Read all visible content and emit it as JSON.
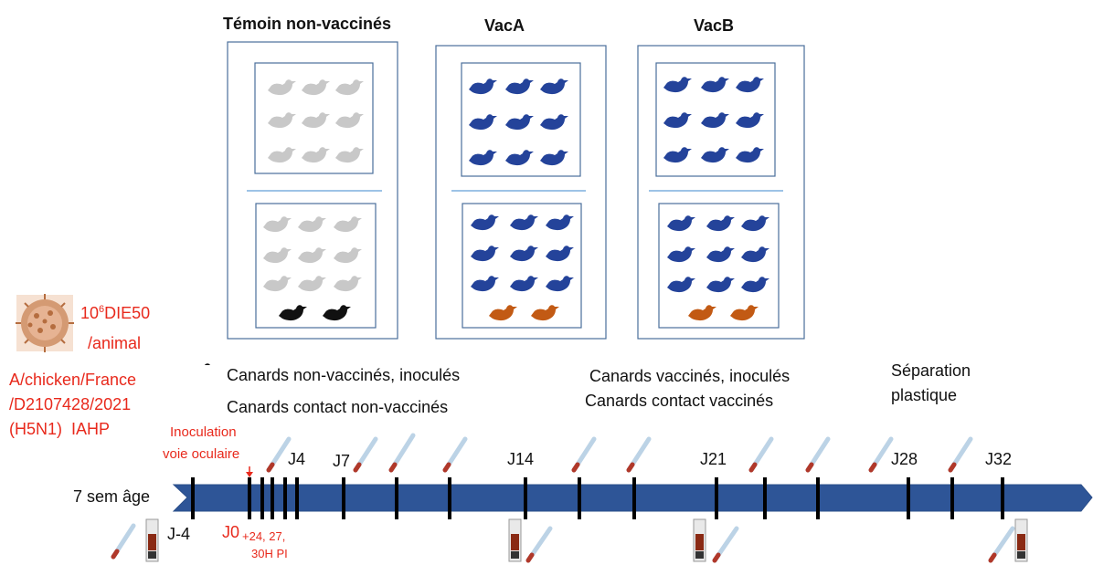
{
  "groups": [
    {
      "title": "Témoin non-vaccinés",
      "top_color": "gray",
      "bottom": "gray_with_black"
    },
    {
      "title": "VacA",
      "top_color": "blue",
      "bottom": "blue_with_orange"
    },
    {
      "title": "VacB",
      "top_color": "blue",
      "bottom": "blue_with_orange"
    }
  ],
  "colors": {
    "gray_duck": "#c8c8c8",
    "black_duck": "#111111",
    "blue_duck": "#24439a",
    "orange_duck": "#c25a14",
    "timeline": "#2e5597",
    "separation": "#9dc3e6",
    "box_border": "#4a6f9b",
    "red_text": "#e8291c"
  },
  "virus": {
    "dose_base": "10",
    "dose_exp": "6",
    "dose_unit": "DIE50",
    "dose_per": "/animal",
    "strain_line1": "A/chicken/France",
    "strain_line2": "/D2107428/2021",
    "strain_line3": "(H5N1)  IAHP"
  },
  "legend": {
    "black": "Canards non-vaccinés, inoculés",
    "gray": "Canards contact non-vaccinés",
    "orange": "Canards vaccinés, inoculés",
    "blue": "Canards contact vaccinés",
    "separation_line1": "Séparation",
    "separation_line2": "plastique"
  },
  "timeline": {
    "age_label": "7 sem âge",
    "inoculation_line1": "Inoculation",
    "inoculation_line2": "voie oculaire",
    "day_labels": {
      "jm4": "J-4",
      "j0": "J0",
      "j0_extra_line1": "+24, 27,",
      "j0_extra_line2": "30H PI",
      "j4": "J4",
      "j7": "J7",
      "j14": "J14",
      "j21": "J21",
      "j28": "J28",
      "j32": "J32"
    }
  }
}
